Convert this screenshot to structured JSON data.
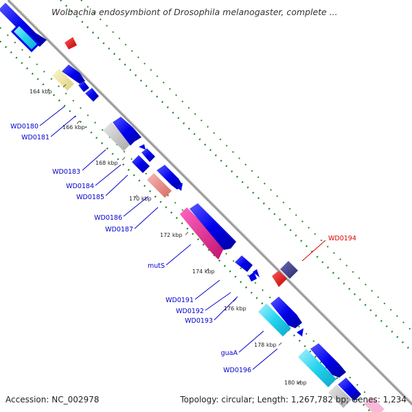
{
  "header": {
    "title": "Wolbachia endosymbiont of Drosophila melanogaster, complete ..."
  },
  "footer": {
    "accession": "Accession: NC_002978",
    "summary": "Topology: circular; Length: 1,267,782 bp; Genes: 1,234"
  },
  "ticks": [
    "164 kbp",
    "166 kbp",
    "168 kbp",
    "170 kbp",
    "172 kbp",
    "174 kbp",
    "176 kbp",
    "178 kbp",
    "180 kbp"
  ],
  "gene_labels": [
    "WD0180",
    "WD0181",
    "WD0183",
    "WD0184",
    "WD0185",
    "WD0186",
    "WD0187",
    "mutS",
    "WD0191",
    "WD0192",
    "WD0193",
    "guaA",
    "WD0196"
  ],
  "highlight_label": "WD0194",
  "colors": {
    "backbone": "#8c8c8c",
    "cds": "#0000ee",
    "gc_plot": "#228b22",
    "label": "#0000cc",
    "highlight": "#dd0000",
    "cyan_feature": "#22d3ee",
    "yellow_feature": "#f3eba0",
    "grey_feature": "#c8c8c8",
    "salmon_feature": "#f0908a",
    "magenta_feature": "#e8208c",
    "purple_feature": "#404088",
    "red_feature": "#ee1111"
  }
}
